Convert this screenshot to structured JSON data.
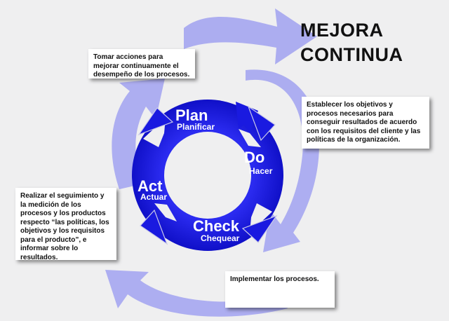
{
  "title": {
    "line1": "MEJORA",
    "line2": "CONTINUA"
  },
  "cycle": {
    "plan": {
      "label": "Plan",
      "sub": "Planificar"
    },
    "do": {
      "label": "Do",
      "sub": "Hacer"
    },
    "check": {
      "label": "Check",
      "sub": "Chequear"
    },
    "act": {
      "label": "Act",
      "sub": "Actuar"
    }
  },
  "notes": {
    "act": "Tomar acciones para mejorar continuamente el desempeño de los procesos.",
    "plan": "Establecer los objetivos y procesos necesarios para conseguir resultados de acuerdo con los requisitos del cliente y las políticas de la organización.",
    "check": "Realizar el seguimiento y la medición de los procesos y los productos respecto “las políticas, los objetivos y los requisitos para el producto”, e informar sobre lo resultados.",
    "do": "Implementar los procesos."
  },
  "colors": {
    "background": "#efeff0",
    "cycle_blue": "#1a1ae0",
    "outer_arrow": "#a9aaf0",
    "text_white": "#ffffff"
  }
}
